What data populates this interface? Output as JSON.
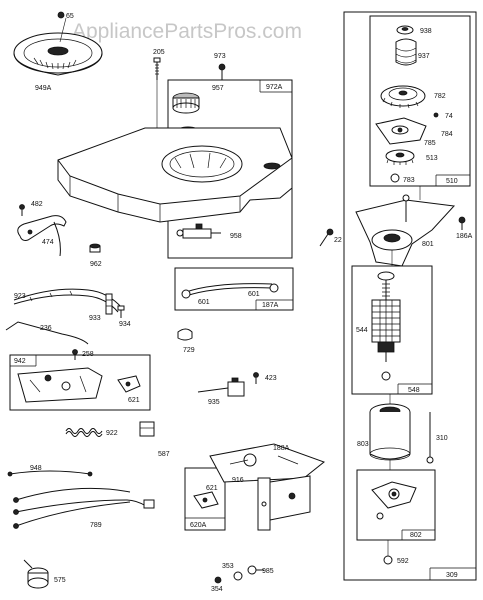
{
  "watermark": "AppliancePartsPros.com",
  "part_labels": {
    "p65": "65",
    "p949A": "949A",
    "p205": "205",
    "p973": "973",
    "p957": "957",
    "p972A": "972A",
    "p958": "958",
    "p482": "482",
    "p474": "474",
    "p962": "962",
    "p923": "923",
    "p933": "933",
    "p934": "934",
    "p601a": "601",
    "p601b": "601",
    "p187A": "187A",
    "p236": "236",
    "p258": "258",
    "p942": "942",
    "p621a": "621",
    "p729": "729",
    "p423": "423",
    "p935": "935",
    "p922": "922",
    "p587": "587",
    "p948": "948",
    "p789": "789",
    "p575": "575",
    "p188A": "188A",
    "p916": "916",
    "p621b": "621",
    "p620A": "620A",
    "p353": "353",
    "p354": "354",
    "p985": "985",
    "p938": "938",
    "p937": "937",
    "p782": "782",
    "p74": "74",
    "p784": "784",
    "p785": "785",
    "p513": "513",
    "p783": "783",
    "p510": "510",
    "p22": "22",
    "p801": "801",
    "p186A": "186A",
    "p544": "544",
    "p548": "548",
    "p803": "803",
    "p310": "310",
    "p802": "802",
    "p592": "592",
    "p309": "309"
  }
}
